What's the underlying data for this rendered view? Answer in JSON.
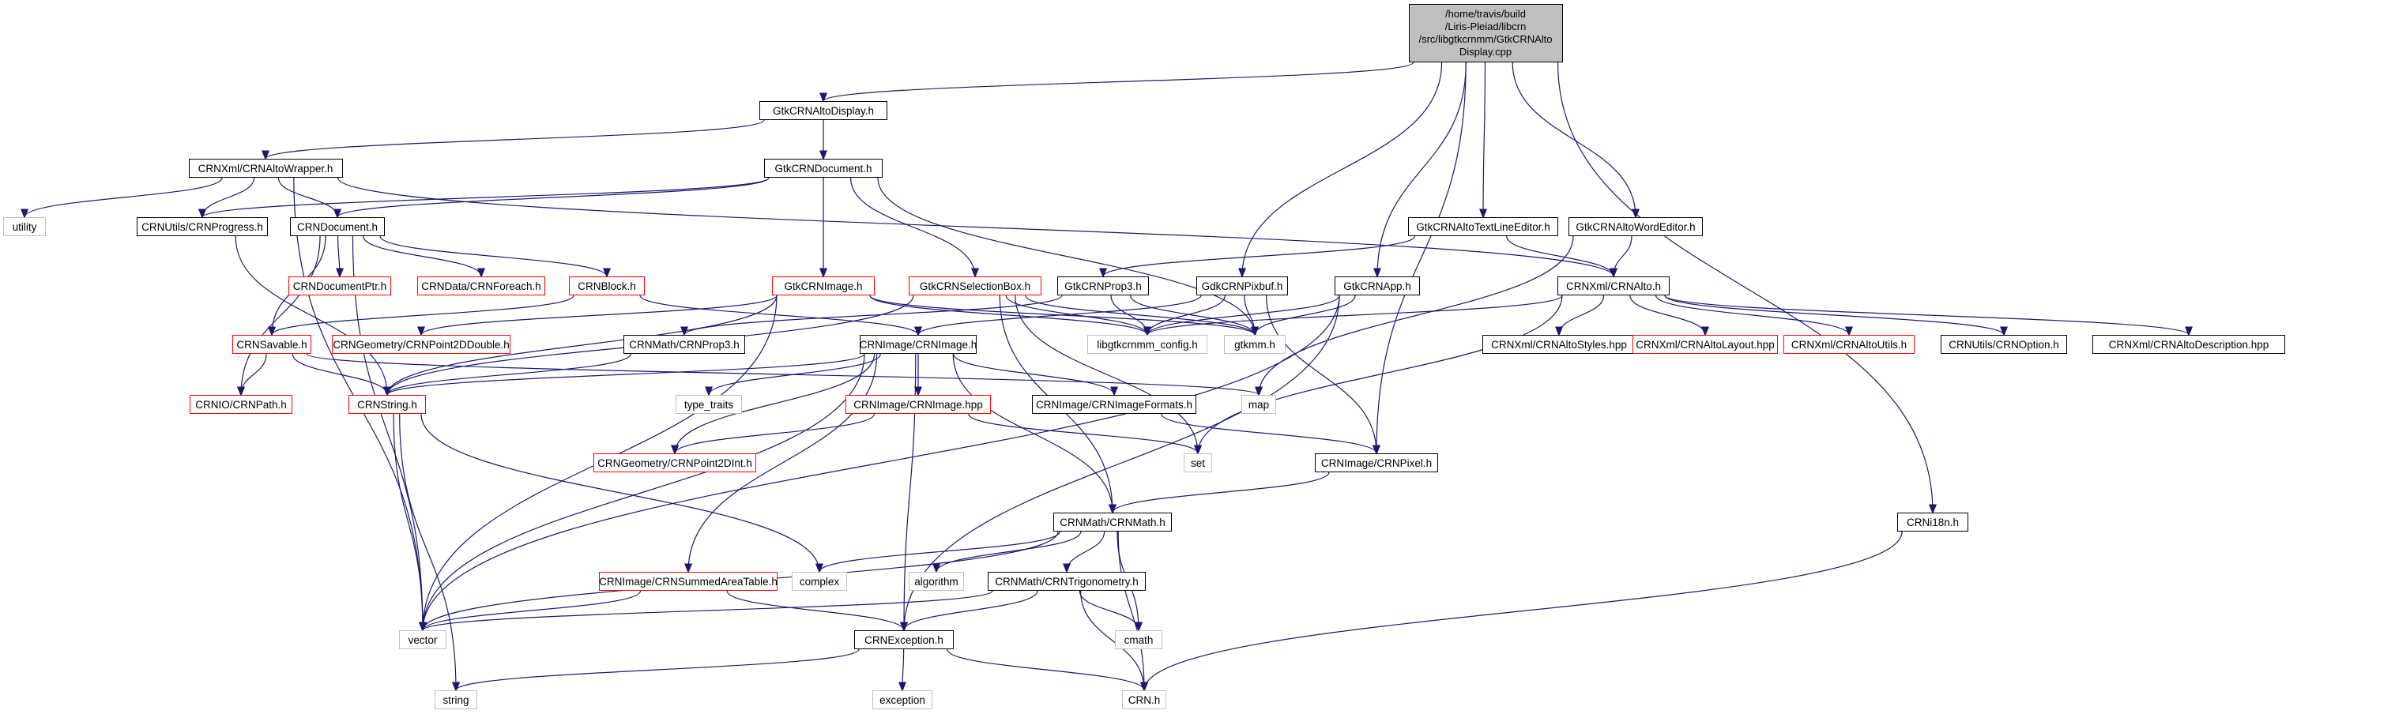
{
  "legend_colors": {
    "edge": "#191970",
    "root_fill": "#bfbfbf",
    "truncated_border": "#ff0000",
    "external_border": "#bfbfbf",
    "documented_border": "#000000"
  },
  "nodes": [
    {
      "id": "root",
      "label": "/home/travis/build\n/Liris-Pleiad/libcrn\n/src/libgtkcrnmm/GtkCRNAlto\nDisplay.cpp",
      "kind": "root"
    },
    {
      "id": "GtkCRNAltoDisplay_h",
      "label": "GtkCRNAltoDisplay.h",
      "kind": "doc"
    },
    {
      "id": "CRNAltoWrapper_h",
      "label": "CRNXml/CRNAltoWrapper.h",
      "kind": "doc"
    },
    {
      "id": "GtkCRNDocument_h",
      "label": "GtkCRNDocument.h",
      "kind": "doc"
    },
    {
      "id": "utility",
      "label": "utility",
      "kind": "ext"
    },
    {
      "id": "CRNProgress_h",
      "label": "CRNUtils/CRNProgress.h",
      "kind": "doc"
    },
    {
      "id": "CRNDocument_h",
      "label": "CRNDocument.h",
      "kind": "doc"
    },
    {
      "id": "CRNDocumentPtr_h",
      "label": "CRNDocumentPtr.h",
      "kind": "trunc"
    },
    {
      "id": "CRNForeach_h",
      "label": "CRNData/CRNForeach.h",
      "kind": "trunc"
    },
    {
      "id": "CRNBlock_h",
      "label": "CRNBlock.h",
      "kind": "trunc"
    },
    {
      "id": "GtkCRNImage_h",
      "label": "GtkCRNImage.h",
      "kind": "trunc"
    },
    {
      "id": "GtkCRNSelectionBox_h",
      "label": "GtkCRNSelectionBox.h",
      "kind": "trunc"
    },
    {
      "id": "GtkCRNProp3_h",
      "label": "GtkCRNProp3.h",
      "kind": "doc"
    },
    {
      "id": "GdkCRNPixbuf_h",
      "label": "GdkCRNPixbuf.h",
      "kind": "doc"
    },
    {
      "id": "GtkCRNApp_h",
      "label": "GtkCRNApp.h",
      "kind": "doc"
    },
    {
      "id": "GtkCRNAltoTextLineEditor_h",
      "label": "GtkCRNAltoTextLineEditor.h",
      "kind": "doc"
    },
    {
      "id": "GtkCRNAltoWordEditor_h",
      "label": "GtkCRNAltoWordEditor.h",
      "kind": "doc"
    },
    {
      "id": "CRNAlto_h",
      "label": "CRNXml/CRNAlto.h",
      "kind": "doc"
    },
    {
      "id": "CRNSavable_h",
      "label": "CRNSavable.h",
      "kind": "trunc"
    },
    {
      "id": "CRNPoint2DDouble_h",
      "label": "CRNGeometry/CRNPoint2DDouble.h",
      "kind": "trunc"
    },
    {
      "id": "CRNMathProp3_h",
      "label": "CRNMath/CRNProp3.h",
      "kind": "doc"
    },
    {
      "id": "CRNImage_h",
      "label": "CRNImage/CRNImage.h",
      "kind": "doc"
    },
    {
      "id": "libgtkcrnmm_config_h",
      "label": "libgtkcrnmm_config.h",
      "kind": "ext"
    },
    {
      "id": "gtkmm_h",
      "label": "gtkmm.h",
      "kind": "ext"
    },
    {
      "id": "CRNAltoStyles_hpp",
      "label": "CRNXml/CRNAltoStyles.hpp",
      "kind": "doc"
    },
    {
      "id": "CRNAltoLayout_hpp",
      "label": "CRNXml/CRNAltoLayout.hpp",
      "kind": "trunc"
    },
    {
      "id": "CRNAltoUtils_h",
      "label": "CRNXml/CRNAltoUtils.h",
      "kind": "trunc"
    },
    {
      "id": "CRNOption_h",
      "label": "CRNUtils/CRNOption.h",
      "kind": "doc"
    },
    {
      "id": "CRNAltoDescription_hpp",
      "label": "CRNXml/CRNAltoDescription.hpp",
      "kind": "doc"
    },
    {
      "id": "CRNPath_h",
      "label": "CRNIO/CRNPath.h",
      "kind": "trunc"
    },
    {
      "id": "CRNString_h",
      "label": "CRNString.h",
      "kind": "trunc"
    },
    {
      "id": "type_traits",
      "label": "type_traits",
      "kind": "ext"
    },
    {
      "id": "CRNImage_hpp",
      "label": "CRNImage/CRNImage.hpp",
      "kind": "trunc"
    },
    {
      "id": "CRNImageFormats_h",
      "label": "CRNImage/CRNImageFormats.h",
      "kind": "doc"
    },
    {
      "id": "map",
      "label": "map",
      "kind": "ext"
    },
    {
      "id": "CRNPoint2DInt_h",
      "label": "CRNGeometry/CRNPoint2DInt.h",
      "kind": "trunc"
    },
    {
      "id": "set",
      "label": "set",
      "kind": "ext"
    },
    {
      "id": "CRNPixel_h",
      "label": "CRNImage/CRNPixel.h",
      "kind": "doc"
    },
    {
      "id": "CRNMath_h",
      "label": "CRNMath/CRNMath.h",
      "kind": "doc"
    },
    {
      "id": "CRNi18n_h",
      "label": "CRNi18n.h",
      "kind": "doc"
    },
    {
      "id": "complex",
      "label": "complex",
      "kind": "ext"
    },
    {
      "id": "algorithm",
      "label": "algorithm",
      "kind": "ext"
    },
    {
      "id": "CRNTrigonometry_h",
      "label": "CRNMath/CRNTrigonometry.h",
      "kind": "doc"
    },
    {
      "id": "CRNSummedAreaTable_h",
      "label": "CRNImage/CRNSummedAreaTable.h",
      "kind": "trunc"
    },
    {
      "id": "vector",
      "label": "vector",
      "kind": "ext"
    },
    {
      "id": "cmath",
      "label": "cmath",
      "kind": "ext"
    },
    {
      "id": "CRNException_h",
      "label": "CRNException.h",
      "kind": "doc"
    },
    {
      "id": "string",
      "label": "string",
      "kind": "ext"
    },
    {
      "id": "exception",
      "label": "exception",
      "kind": "ext"
    },
    {
      "id": "CRN_h",
      "label": "CRN.h",
      "kind": "ext"
    }
  ],
  "edges": [
    [
      "root",
      "GtkCRNAltoDisplay_h"
    ],
    [
      "root",
      "GdkCRNPixbuf_h"
    ],
    [
      "root",
      "GtkCRNApp_h"
    ],
    [
      "root",
      "GtkCRNAltoTextLineEditor_h"
    ],
    [
      "root",
      "GtkCRNAltoWordEditor_h"
    ],
    [
      "root",
      "CRNPixel_h"
    ],
    [
      "root",
      "CRNi18n_h"
    ],
    [
      "GtkCRNAltoDisplay_h",
      "CRNAltoWrapper_h"
    ],
    [
      "GtkCRNAltoDisplay_h",
      "GtkCRNDocument_h"
    ],
    [
      "CRNAltoWrapper_h",
      "utility"
    ],
    [
      "CRNAltoWrapper_h",
      "CRNProgress_h"
    ],
    [
      "CRNAltoWrapper_h",
      "CRNDocument_h"
    ],
    [
      "CRNAltoWrapper_h",
      "CRNAlto_h"
    ],
    [
      "CRNAltoWrapper_h",
      "vector"
    ],
    [
      "GtkCRNDocument_h",
      "CRNProgress_h"
    ],
    [
      "GtkCRNDocument_h",
      "CRNDocument_h"
    ],
    [
      "GtkCRNDocument_h",
      "GtkCRNImage_h"
    ],
    [
      "GtkCRNDocument_h",
      "GtkCRNSelectionBox_h"
    ],
    [
      "GtkCRNDocument_h",
      "gtkmm_h"
    ],
    [
      "CRNProgress_h",
      "CRNString_h"
    ],
    [
      "CRNDocument_h",
      "CRNDocumentPtr_h"
    ],
    [
      "CRNDocument_h",
      "CRNForeach_h"
    ],
    [
      "CRNDocument_h",
      "CRNBlock_h"
    ],
    [
      "CRNDocument_h",
      "CRNSavable_h"
    ],
    [
      "CRNDocument_h",
      "CRNPath_h"
    ],
    [
      "CRNDocument_h",
      "vector"
    ],
    [
      "CRNBlock_h",
      "CRNSavable_h"
    ],
    [
      "CRNBlock_h",
      "CRNImage_h"
    ],
    [
      "GtkCRNImage_h",
      "CRNPoint2DDouble_h"
    ],
    [
      "GtkCRNImage_h",
      "libgtkcrnmm_config_h"
    ],
    [
      "GtkCRNImage_h",
      "gtkmm_h"
    ],
    [
      "GtkCRNImage_h",
      "vector"
    ],
    [
      "GtkCRNImage_h",
      "CRNString_h"
    ],
    [
      "GtkCRNSelectionBox_h",
      "libgtkcrnmm_config_h"
    ],
    [
      "GtkCRNSelectionBox_h",
      "gtkmm_h"
    ],
    [
      "GtkCRNSelectionBox_h",
      "CRNString_h"
    ],
    [
      "GtkCRNSelectionBox_h",
      "set"
    ],
    [
      "GtkCRNSelectionBox_h",
      "CRNMath_h"
    ],
    [
      "GtkCRNProp3_h",
      "CRNMathProp3_h"
    ],
    [
      "GtkCRNProp3_h",
      "libgtkcrnmm_config_h"
    ],
    [
      "GtkCRNProp3_h",
      "gtkmm_h"
    ],
    [
      "GdkCRNPixbuf_h",
      "CRNImage_h"
    ],
    [
      "GdkCRNPixbuf_h",
      "libgtkcrnmm_config_h"
    ],
    [
      "GdkCRNPixbuf_h",
      "gtkmm_h"
    ],
    [
      "GdkCRNPixbuf_h",
      "CRNPixel_h"
    ],
    [
      "GtkCRNApp_h",
      "libgtkcrnmm_config_h"
    ],
    [
      "GtkCRNApp_h",
      "gtkmm_h"
    ],
    [
      "GtkCRNApp_h",
      "vector"
    ],
    [
      "GtkCRNApp_h",
      "CRNException_h"
    ],
    [
      "GtkCRNAltoTextLineEditor_h",
      "GtkCRNProp3_h"
    ],
    [
      "GtkCRNAltoTextLineEditor_h",
      "CRNAlto_h"
    ],
    [
      "GtkCRNAltoWordEditor_h",
      "CRNAlto_h"
    ],
    [
      "GtkCRNAltoWordEditor_h",
      "map"
    ],
    [
      "CRNAlto_h",
      "CRNAltoStyles_hpp"
    ],
    [
      "CRNAlto_h",
      "CRNAltoLayout_hpp"
    ],
    [
      "CRNAlto_h",
      "CRNAltoUtils_h"
    ],
    [
      "CRNAlto_h",
      "CRNOption_h"
    ],
    [
      "CRNAlto_h",
      "CRNAltoDescription_hpp"
    ],
    [
      "CRNAlto_h",
      "set"
    ],
    [
      "CRNAlto_h",
      "libgtkcrnmm_config_h"
    ],
    [
      "CRNSavable_h",
      "CRNPath_h"
    ],
    [
      "CRNSavable_h",
      "CRNString_h"
    ],
    [
      "CRNSavable_h",
      "map"
    ],
    [
      "CRNMathProp3_h",
      "CRNString_h"
    ],
    [
      "CRNImage_h",
      "CRNImage_hpp"
    ],
    [
      "CRNImage_h",
      "CRNImageFormats_h"
    ],
    [
      "CRNImage_h",
      "type_traits"
    ],
    [
      "CRNImage_h",
      "CRNString_h"
    ],
    [
      "CRNImage_h",
      "CRNPoint2DInt_h"
    ],
    [
      "CRNImage_h",
      "CRNSummedAreaTable_h"
    ],
    [
      "CRNImage_h",
      "CRNMath_h"
    ],
    [
      "CRNImage_h",
      "CRNException_h"
    ],
    [
      "CRNImage_h",
      "vector"
    ],
    [
      "CRNImage_hpp",
      "CRNPoint2DInt_h"
    ],
    [
      "CRNImage_hpp",
      "set"
    ],
    [
      "CRNImageFormats_h",
      "CRNPixel_h"
    ],
    [
      "CRNPixel_h",
      "CRNMath_h"
    ],
    [
      "CRNString_h",
      "vector"
    ],
    [
      "CRNString_h",
      "string"
    ],
    [
      "CRNString_h",
      "complex"
    ],
    [
      "CRNMath_h",
      "complex"
    ],
    [
      "CRNMath_h",
      "algorithm"
    ],
    [
      "CRNMath_h",
      "CRNTrigonometry_h"
    ],
    [
      "CRNMath_h",
      "vector"
    ],
    [
      "CRNMath_h",
      "cmath"
    ],
    [
      "CRNMath_h",
      "CRN_h"
    ],
    [
      "CRNTrigonometry_h",
      "vector"
    ],
    [
      "CRNTrigonometry_h",
      "cmath"
    ],
    [
      "CRNTrigonometry_h",
      "CRNException_h"
    ],
    [
      "CRNTrigonometry_h",
      "CRN_h"
    ],
    [
      "CRNSummedAreaTable_h",
      "vector"
    ],
    [
      "CRNSummedAreaTable_h",
      "CRNException_h"
    ],
    [
      "CRNException_h",
      "string"
    ],
    [
      "CRNException_h",
      "exception"
    ],
    [
      "CRNException_h",
      "CRN_h"
    ],
    [
      "CRNi18n_h",
      "CRN_h"
    ]
  ]
}
